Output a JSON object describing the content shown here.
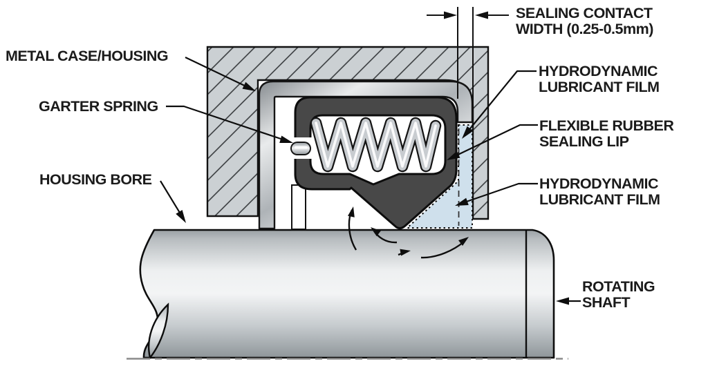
{
  "diagram": {
    "type": "engineering-cross-section",
    "subject": "radial-shaft-oil-seal",
    "labels": {
      "sealing_contact_width": "SEALING CONTACT\nWIDTH (0.25-0.5mm)",
      "metal_case": "METAL CASE/HOUSING",
      "garter_spring": "GARTER SPRING",
      "housing_bore": "HOUSING BORE",
      "hydrodynamic_film_top": "HYDRODYNAMIC\nLUBRICANT FILM",
      "flexible_rubber_lip": "FLEXIBLE RUBBER\nSEALING LIP",
      "hydrodynamic_film_bottom": "HYDRODYNAMIC\nLUBRICANT FILM",
      "rotating_shaft": "ROTATING\nSHAFT"
    },
    "dimension_value": "0.25-0.5mm",
    "colors": {
      "outline": "#111111",
      "housing_fill": "#cbd0d3",
      "hatch_line": "#2f3234",
      "metal_light": "#eef0f1",
      "metal_dark": "#878c90",
      "rubber": "#484848",
      "film": "#cfe0ec",
      "spring_metal": "#c8ccd0",
      "shaft_light": "#f3f4f5",
      "shaft_dark": "#8f969a",
      "centerline": "#8a8a8a",
      "label_text": "#1b1b1b"
    }
  }
}
